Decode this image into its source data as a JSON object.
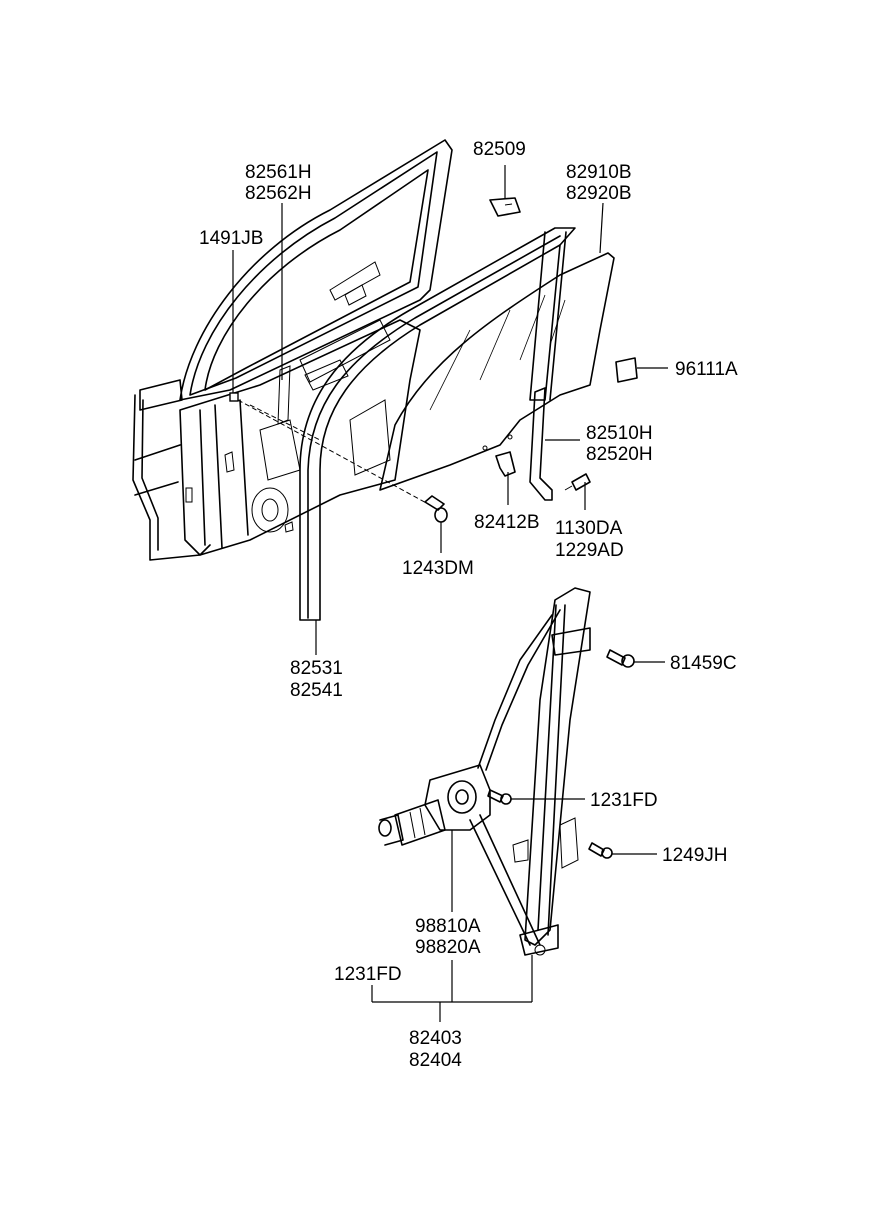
{
  "part_labels": {
    "l_82509": "82509",
    "l_82561H": "82561H",
    "l_82562H": "82562H",
    "l_82910B": "82910B",
    "l_82920B": "82920B",
    "l_1491JB": "1491JB",
    "l_96111A": "96111A",
    "l_82510H": "82510H",
    "l_82520H": "82520H",
    "l_82412B": "82412B",
    "l_1130DA": "1130DA",
    "l_1229AD": "1229AD",
    "l_1243DM": "1243DM",
    "l_82531": "82531",
    "l_82541": "82541",
    "l_81459C": "81459C",
    "l_1231FD_a": "1231FD",
    "l_1249JH": "1249JH",
    "l_98810A": "98810A",
    "l_98820A": "98820A",
    "l_1231FD_b": "1231FD",
    "l_82403": "82403",
    "l_82404": "82404"
  }
}
